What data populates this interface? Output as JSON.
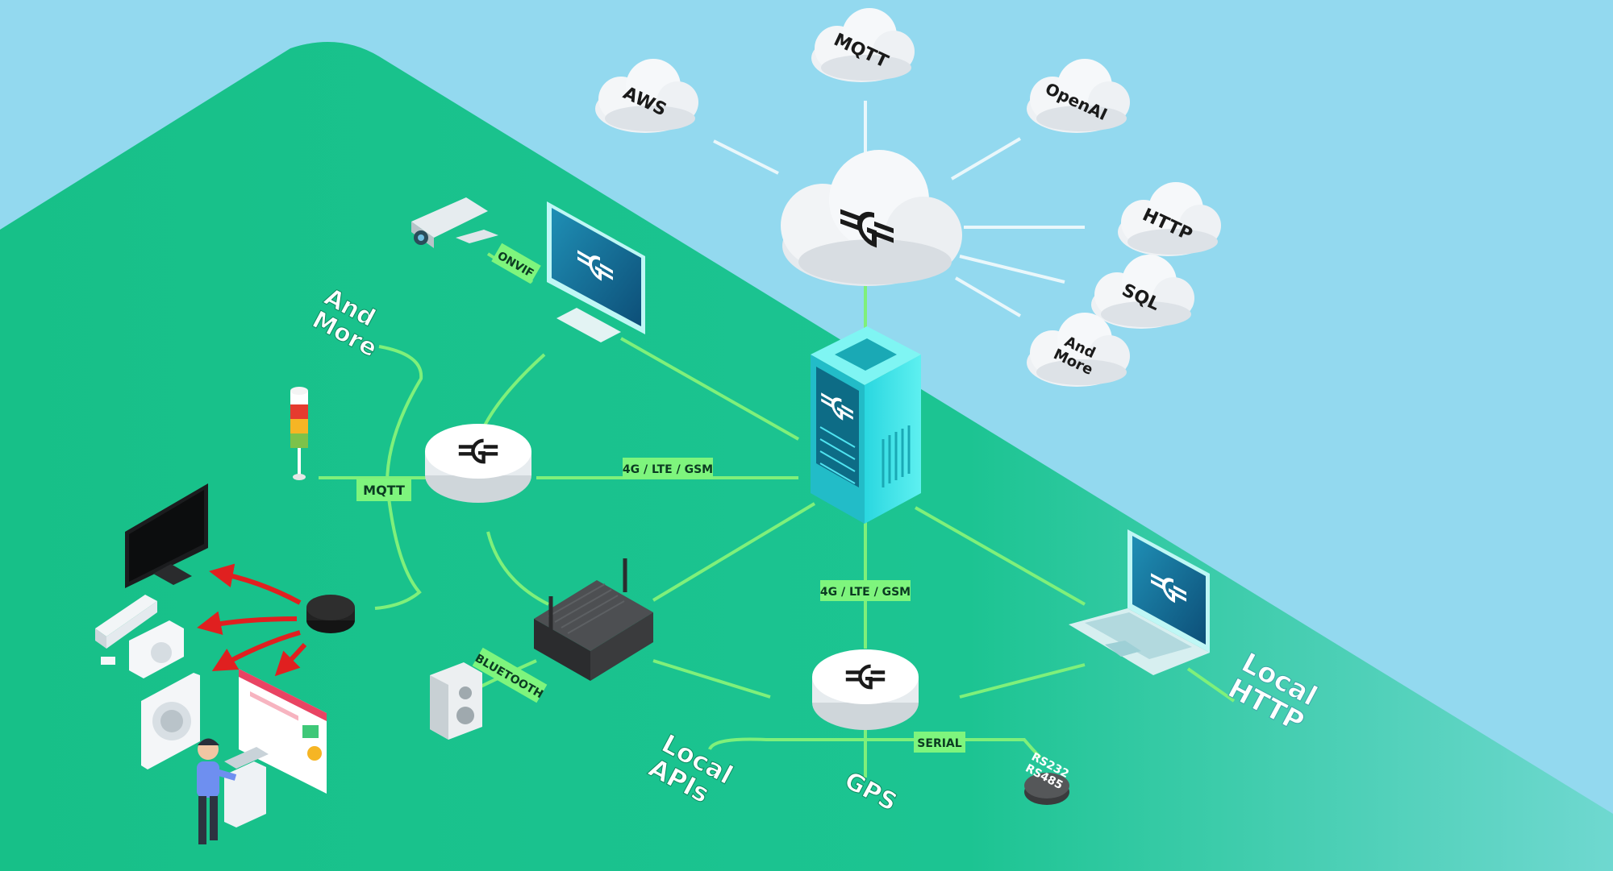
{
  "colors": {
    "sky": "#93d9ef",
    "ground": "#18c189",
    "link": "#7ff07a",
    "tag": "#7ef57d",
    "arrow": "#e02020",
    "cloud": "#f2f4f6",
    "server": "#39e3ea"
  },
  "cloud_services": {
    "mqtt": "MQTT",
    "aws": "AWS",
    "openai": "OpenAI",
    "http": "HTTP",
    "sql": "SQL",
    "more_line1": "And",
    "more_line2": "More"
  },
  "tags": {
    "onvif": "ONVIF",
    "mqtt": "MQTT",
    "cell_top": "4G / LTE / GSM",
    "cell_bottom": "4G / LTE / GSM",
    "bluetooth": "BLUETOOTH",
    "serial": "SERIAL"
  },
  "floating_labels": {
    "and_more_line1": "And",
    "and_more_line2": "More",
    "local_apis_line1": "Local",
    "local_apis_line2": "APIs",
    "gps": "GPS",
    "local_http_line1": "Local",
    "local_http_line2": "HTTP",
    "rs232": "RS232",
    "rs485": "RS485"
  },
  "icons": {
    "brand": "gateway-logo-icon",
    "camera": "security-camera-icon",
    "monitor": "desktop-monitor-icon",
    "hub": "gateway-hub-icon",
    "server": "server-tower-icon",
    "router": "router-icon",
    "laptop": "laptop-icon",
    "tv": "tv-icon",
    "ir_blaster": "ir-blaster-icon",
    "speaker": "speaker-icon",
    "signal_tower": "signal-tower-light-icon",
    "rs_device": "serial-puck-icon",
    "air_conditioner": "air-conditioner-icon",
    "web_panel": "web-dashboard-icon",
    "user": "person-at-computer-icon"
  }
}
